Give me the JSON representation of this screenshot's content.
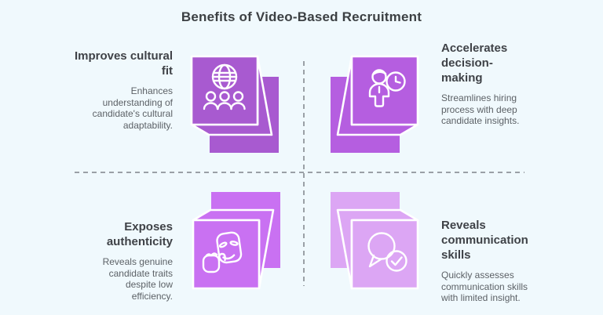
{
  "title": "Benefits of Video-Based Recruitment",
  "colors": {
    "background": "#f0f9fd",
    "title_text": "#3c4043",
    "heading_text": "#3f4247",
    "body_text": "#5c6166",
    "divider": "#9aa0a6",
    "icon_stroke": "#ffffff"
  },
  "quadrants": [
    {
      "position": "top-left",
      "heading": "Improves cultural fit",
      "description": "Enhances understanding of candidate's cultural adaptability.",
      "cube_color": "#a85ad0",
      "icon": "globe-team-icon"
    },
    {
      "position": "top-right",
      "heading": "Accelerates decision-making",
      "description": "Streamlines hiring process with deep candidate insights.",
      "cube_color": "#b55ee0",
      "icon": "person-clock-icon"
    },
    {
      "position": "bottom-left",
      "heading": "Exposes authenticity",
      "description": "Reveals genuine candidate traits despite low efficiency.",
      "cube_color": "#c971f2",
      "icon": "mask-hand-icon"
    },
    {
      "position": "bottom-right",
      "heading": "Reveals communication skills",
      "description": "Quickly assesses communication skills with limited insight.",
      "cube_color": "#dca6f4",
      "icon": "chat-check-icon"
    }
  ]
}
